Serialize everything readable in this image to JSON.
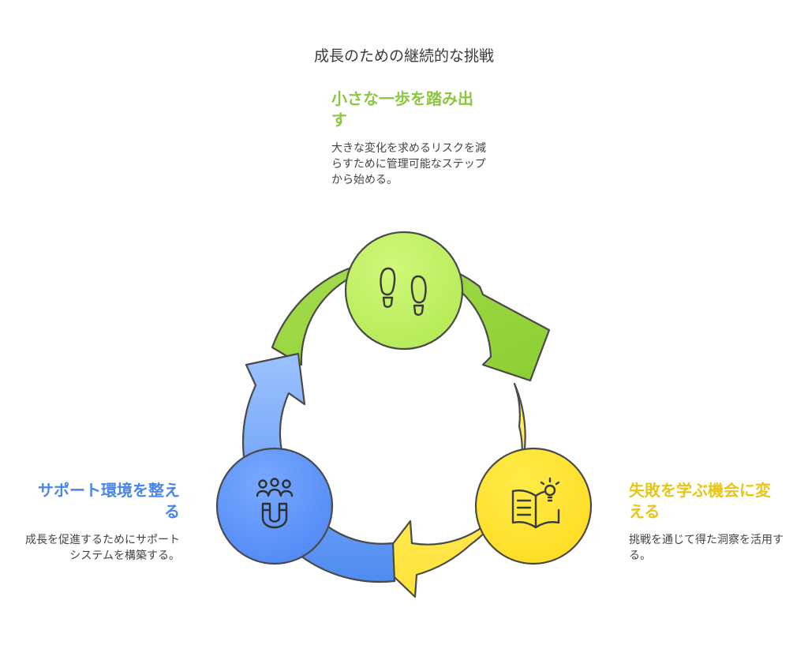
{
  "title": "成長のための継続的な挑戦",
  "steps": [
    {
      "title": "小さな一歩を踏み出す",
      "description": "大きな変化を求めるリスクを減らすために管理可能なステップから始める。",
      "color": "#8dc63f",
      "icon": "footprints-icon"
    },
    {
      "title": "失敗を学ぶ機会に変える",
      "description": "挑戦を通じて得た洞察を活用する。",
      "color": "#e6c619",
      "icon": "book-lightbulb-icon"
    },
    {
      "title": "サポート環境を整える",
      "description": "成長を促進するためにサポートシステムを構築する。",
      "color": "#4a86e8",
      "icon": "people-magnet-icon"
    }
  ]
}
